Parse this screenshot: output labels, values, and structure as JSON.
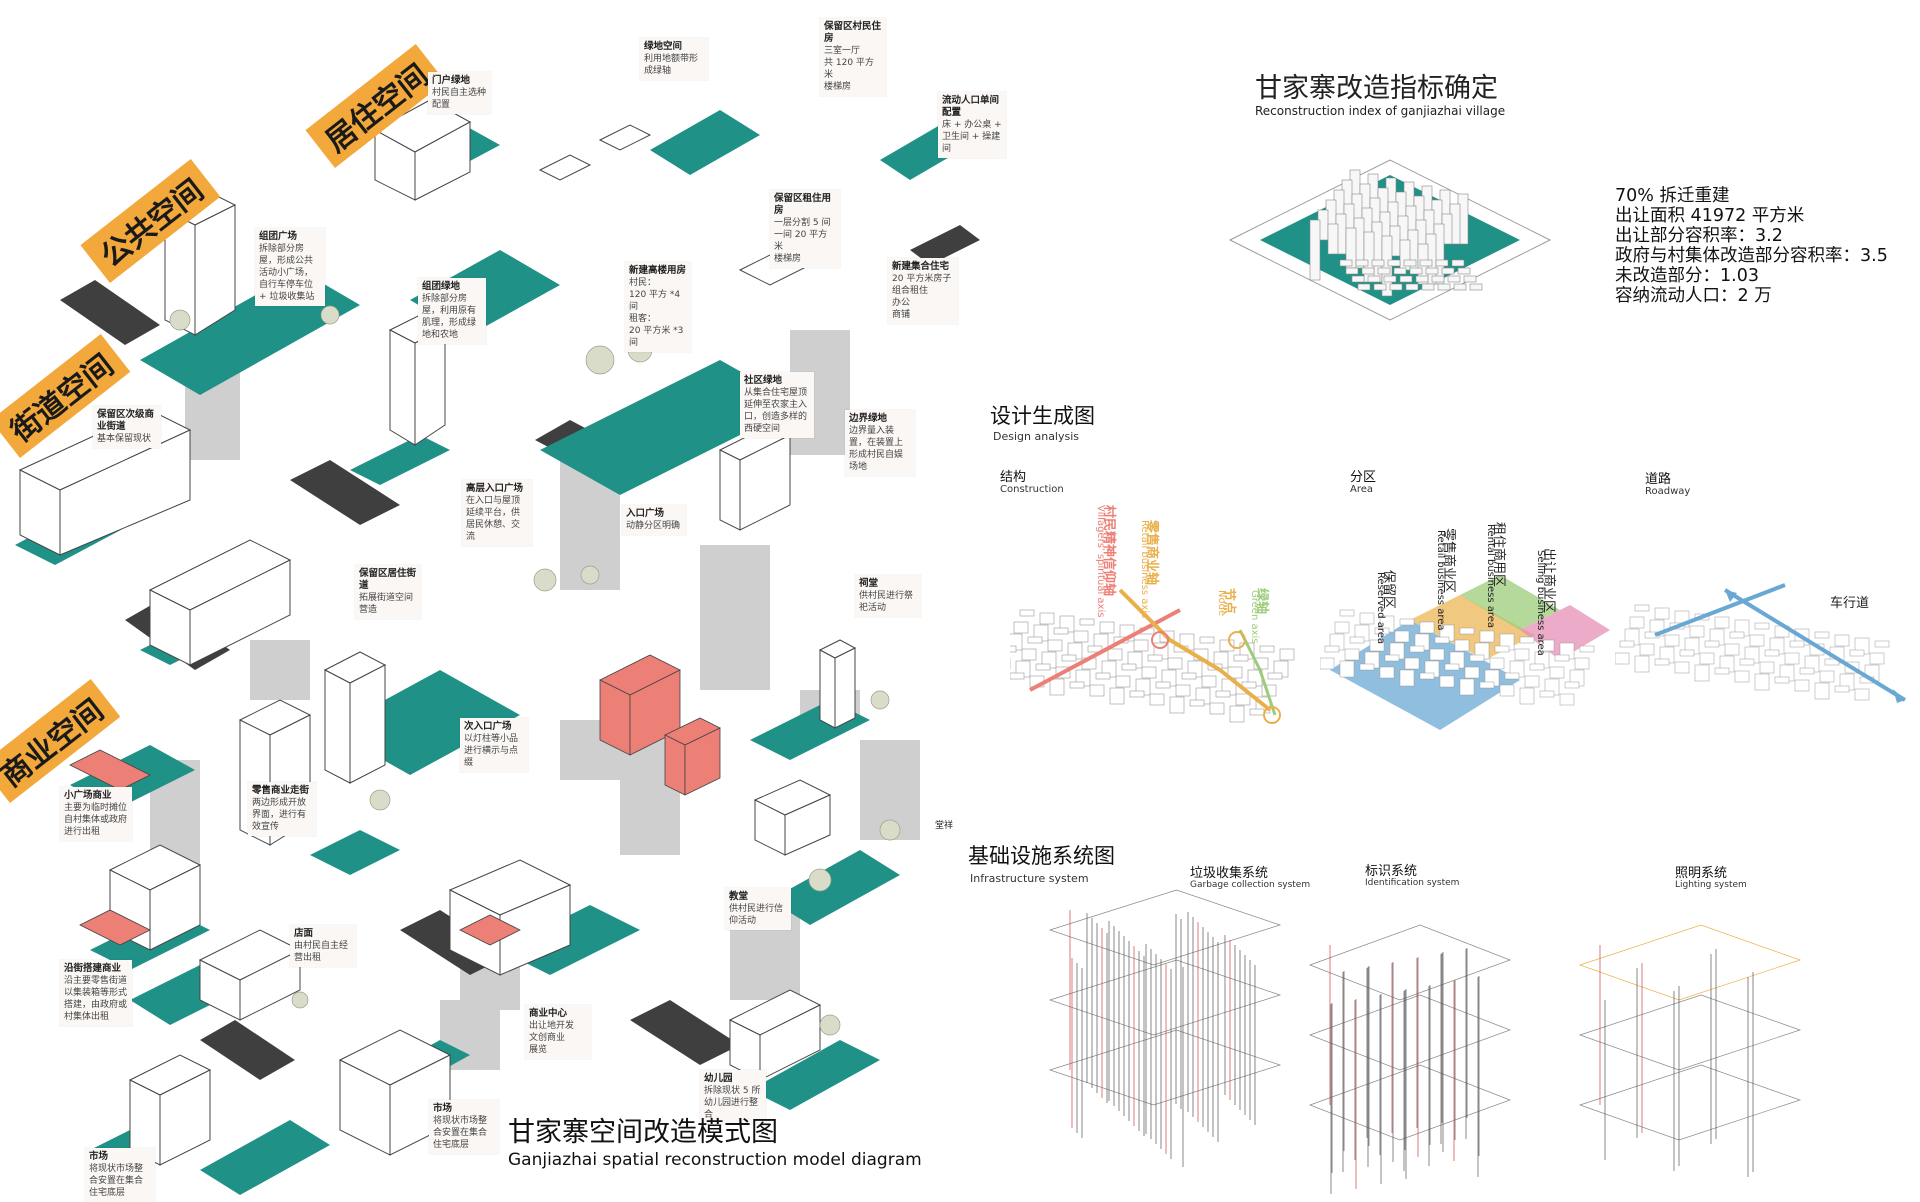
{
  "colors": {
    "teal": "#1f9187",
    "orange": "#f2a83a",
    "salmon": "#ec7f76",
    "grey": "#c9c9c9",
    "dark": "#3d3d3d",
    "blue": "#6aa8d4",
    "green": "#9ccc7a",
    "pink": "#e58fb5",
    "yellow": "#e9b04a"
  },
  "categories": {
    "public": "公共空间",
    "residential": "居住空间",
    "street": "街道空间",
    "commercial": "商业空间"
  },
  "notes": [
    {
      "id": "n-green-space",
      "title": "绿地空间",
      "desc": "利用地额带形成绿轴"
    },
    {
      "id": "n-reserved-housing",
      "title": "保留区村民住房",
      "desc": "三室一厅\n共 120 平方米\n楼梯房"
    },
    {
      "id": "n-door-green",
      "title": "门户绿地",
      "desc": "村民自主选种配置"
    },
    {
      "id": "n-mobile-unit",
      "title": "流动人口单间配置",
      "desc": "床 + 办公桌 +\n卫生间 + 操建间"
    },
    {
      "id": "n-reserved-rental",
      "title": "保留区租住用房",
      "desc": "一层分割 5 间\n一间 20 平方米\n楼梯房"
    },
    {
      "id": "n-group-square",
      "title": "组团广场",
      "desc": "拆除部分房屋，形成公共活动小广场，自行车停车位 + 垃圾收集站"
    },
    {
      "id": "n-new-highrise",
      "title": "新建高楼用房",
      "desc": "村民：\n120 平方 *4 间\n租客：\n20 平方米 *3 间"
    },
    {
      "id": "n-new-cluster",
      "title": "新建集合住宅",
      "desc": "20 平方米房子组合租住\n办公\n商铺"
    },
    {
      "id": "n-group-green",
      "title": "组团绿地",
      "desc": "拆除部分房屋，利用原有肌理，形成绿地和农地"
    },
    {
      "id": "n-community-green",
      "title": "社区绿地",
      "desc": "从集合住宅屋顶延伸至农家主入口，创造多样的西硬空间"
    },
    {
      "id": "n-reserved-street",
      "title": "保留区次级商业街道",
      "desc": "基本保留现状"
    },
    {
      "id": "n-boundary-green",
      "title": "边界绿地",
      "desc": "边界量入装置，在装置上形成村民自娱场地"
    },
    {
      "id": "n-highrise-entrance",
      "title": "高层入口广场",
      "desc": "在入口与屋顶延续平台，供居民休憩、交流"
    },
    {
      "id": "n-entrance-square",
      "title": "入口广场",
      "desc": "动静分区明确"
    },
    {
      "id": "n-reserved-living-street",
      "title": "保留区居住街道",
      "desc": "拓展街道空间营造"
    },
    {
      "id": "n-ancestral-hall",
      "title": "祠堂",
      "desc": "供村民进行祭祀活动"
    },
    {
      "id": "n-secondary-entrance",
      "title": "次入口广场",
      "desc": "以灯柱等小品进行横示与点缀"
    },
    {
      "id": "n-small-square-shop",
      "title": "小广场商业",
      "desc": "主要为临时摊位自村集体或政府进行出租"
    },
    {
      "id": "n-retail-shops",
      "title": "零售商业走街",
      "desc": "两边形成开放界面，进行有效宣传"
    },
    {
      "id": "n-street-shops",
      "title": "沿街搭建商业",
      "desc": "沿主要零售街道以集装箱等形式搭建，由政府或村集体出租"
    },
    {
      "id": "n-shops",
      "title": "店面",
      "desc": "由村民自主经营出租"
    },
    {
      "id": "n-church",
      "title": "教堂",
      "desc": "供村民进行信仰活动"
    },
    {
      "id": "n-commercial-center",
      "title": "商业中心",
      "desc": "出让地开发\n文创商业\n展览"
    },
    {
      "id": "n-kindergarten",
      "title": "幼儿园",
      "desc": "拆除现状 5 所幼儿园进行整合"
    },
    {
      "id": "n-market-lower",
      "title": "市场",
      "desc": "将现状市场整合安置在集合住宅底层"
    },
    {
      "id": "n-market-left",
      "title": "市场",
      "desc": "将现状市场整合安置在集合住宅底层"
    }
  ],
  "single_label": {
    "church_short": "堂祥"
  },
  "main_title": {
    "cn": "甘家寨空间改造模式图",
    "en": "Ganjiazhai spatial reconstruction model diagram"
  },
  "index": {
    "title_cn": "甘家寨改造指标确定",
    "title_en": "Reconstruction index of ganjiazhai village",
    "lines": [
      "70% 拆迁重建",
      "出让面积 41972 平方米",
      "出让部分容积率：3.2",
      "政府与村集体改造部分容积率：3.5",
      "未改造部分：1.03",
      "容纳流动人口：2 万"
    ]
  },
  "design": {
    "title_cn": "设计生成图",
    "title_en": "Design analysis",
    "panels": [
      {
        "cn": "结构",
        "en": "Construction"
      },
      {
        "cn": "分区",
        "en": "Area"
      },
      {
        "cn": "道路",
        "en": "Roadway"
      }
    ],
    "construction_labels": {
      "spiritual": "村民精神信仰轴",
      "spiritual_en": "Villagers' spiritual axis",
      "retail": "零售商业轴",
      "retail_en": "Retail business axis",
      "node": "节点",
      "node_en": "Node",
      "green": "绿轴",
      "green_en": "Green axis"
    },
    "area_labels": {
      "reserved": "保留区",
      "reserved_en": "Reserved area",
      "retail": "零售商业区",
      "retail_en": "Retail business area",
      "rental": "租住商用区",
      "rental_en": "Rental business area",
      "selling": "出让商业区",
      "selling_en": "Selling business area"
    },
    "road_labels": {
      "car": "车行道"
    }
  },
  "infra": {
    "title_cn": "基础设施系统图",
    "title_en": "Infrastructure system",
    "panels": [
      {
        "cn": "垃圾收集系统",
        "en": "Garbage collection system"
      },
      {
        "cn": "标识系统",
        "en": "Identification system"
      },
      {
        "cn": "照明系统",
        "en": "Lighting system"
      }
    ]
  }
}
